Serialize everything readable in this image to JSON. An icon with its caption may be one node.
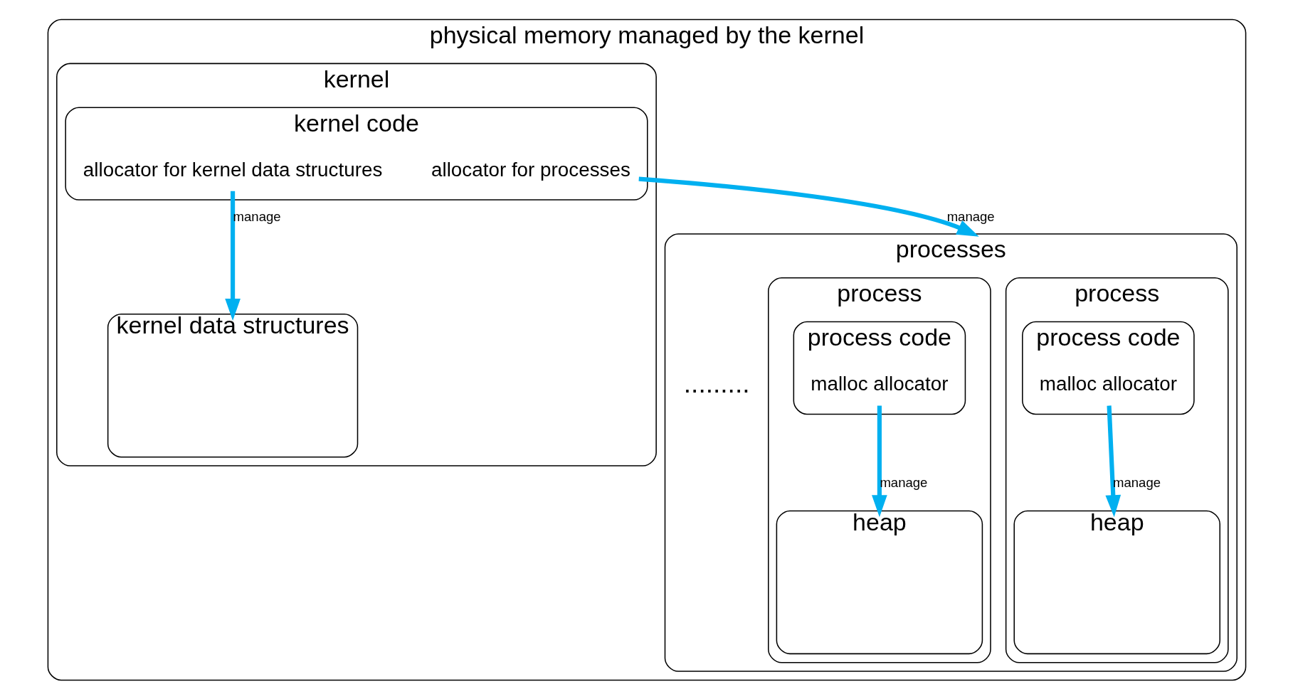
{
  "diagram": {
    "nodes": [
      {
        "text": [
          "physical memory managed by the kernel"
        ]
      },
      {
        "text": [
          "kernel"
        ],
        "in": 0
      },
      {
        "text": [
          "kernel code"
        ],
        "in": 1
      },
      {
        "text": [
          "allocator for processes"
        ],
        "in": 2
      },
      {
        "text": [
          "allocator for kernel data structures"
        ],
        "in": 2
      },
      {
        "text": [
          "kernel data structures"
        ],
        "in": 1
      },
      {
        "text": [
          "processes"
        ],
        "in": 0
      },
      {
        "text": [
          "process"
        ],
        "in": 6
      },
      {
        "text": [
          "process code"
        ],
        "in": 7
      },
      {
        "text": [
          "malloc allocator"
        ],
        "in": 8
      },
      {
        "text": [
          "heap"
        ],
        "in": 7
      },
      {
        "text": [
          "process"
        ],
        "in": 6
      },
      {
        "text": [
          "process code"
        ],
        "in": 11
      },
      {
        "text": [
          "malloc allocator"
        ],
        "in": 12
      },
      {
        "text": [
          "heap"
        ],
        "in": 11
      }
    ],
    "edges": [
      {
        "from": 3,
        "to": 6,
        "arrow": "to",
        "label": "manage"
      },
      {
        "from": 4,
        "to": 5,
        "arrow": "to",
        "label": "manage"
      },
      {
        "from": 9,
        "to": 10,
        "arrow": "to",
        "label": "manage"
      },
      {
        "from": 13,
        "to": 14,
        "arrow": "to",
        "label": "manage"
      }
    ],
    "labels": [
      "........."
    ]
  }
}
